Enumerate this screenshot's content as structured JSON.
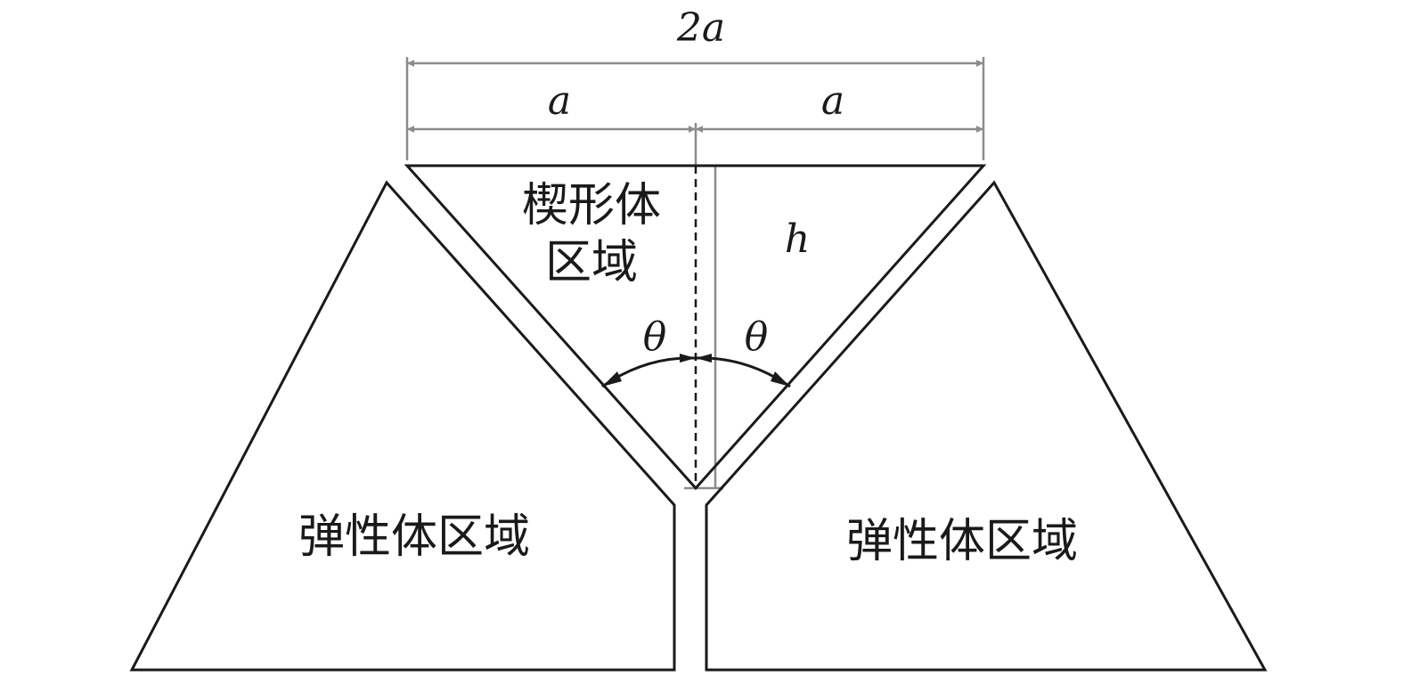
{
  "labels": {
    "total_width": "2a",
    "half_width_left": "a",
    "half_width_right": "a",
    "height": "h",
    "angle_left": "θ",
    "angle_right": "θ",
    "wedge_region_line1": "楔形体",
    "wedge_region_line2": "区域",
    "elastic_region_left": "弹性体区域",
    "elastic_region_right": "弹性体区域"
  },
  "colors": {
    "outline": "#1a1a1a",
    "dimension_line": "#8c8c8c"
  }
}
